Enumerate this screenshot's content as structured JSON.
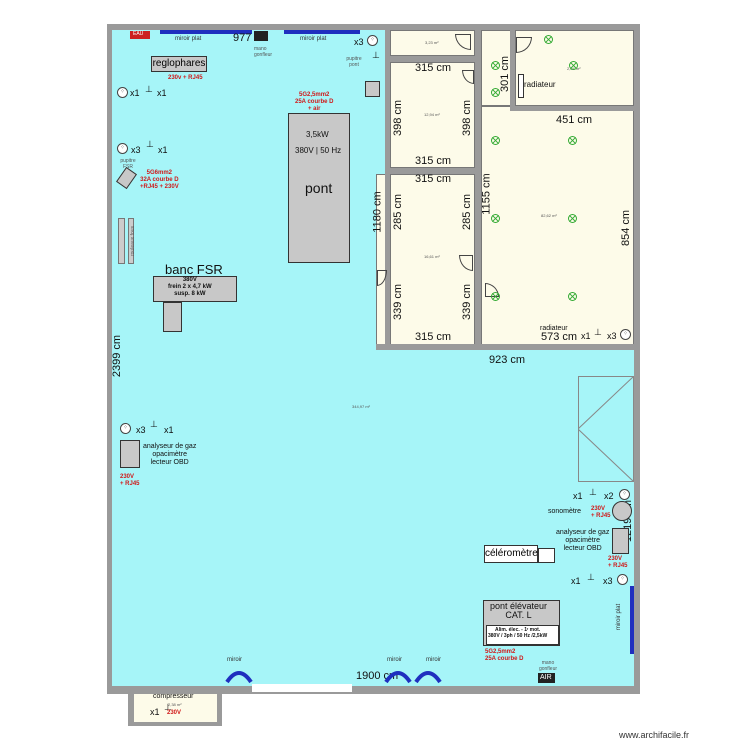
{
  "labels": {
    "eau": "EAU",
    "miroir_plat_1": "miroir plat",
    "miroir_plat_2": "miroir plat",
    "dim_977": "977",
    "mano_gonfleur_top": "mano gonfleur",
    "x3_top": "x3",
    "dim_315_a": "315 cm",
    "dim_398_a": "398 cm",
    "dim_398_b": "398 cm",
    "dim_315_b": "315 cm",
    "dim_315_c": "315 cm",
    "dim_1180": "1180 cm",
    "dim_285_a": "285 cm",
    "dim_285_b": "285 cm",
    "dim_1155": "1155 cm",
    "dim_339_a": "339 cm",
    "dim_339_b": "339 cm",
    "dim_315_d": "315 cm",
    "dim_301": "301 cm",
    "dim_451": "451 cm",
    "dim_854": "854 cm",
    "dim_573": "573 cm",
    "dim_923": "923 cm",
    "dim_2399": "2399 cm",
    "dim_1900": "1900 cm",
    "dim_1219": "1219 cm",
    "reglophares": "reglophares",
    "reglophares_power": "230v + RJ45",
    "x1_a": "x1",
    "x1_b": "x1",
    "pupitre_pont": "pupitre pont",
    "cable_pont": "5G2,5mm2\n25A courbe D\n+ air",
    "pont_kw": "3,5kW",
    "pont_volt": "380V | 50 Hz",
    "pont_name": "pont",
    "x3_b": "x3",
    "x1_c": "x1",
    "pupitre_fsr": "pupitre FSR",
    "cable_fsr": "5G6mm2\n32A courbe D\n+RJ45 + 230V",
    "rouleaux": "rouleaux fous",
    "banc_fsr": "banc FSR",
    "banc_spec": "380V\nfrein 2 x 4,7 kW\nsusp. 8 kW",
    "area_main": "344,97 m²",
    "area_r1": "3,23 m²",
    "area_r2": "12,94 m²",
    "area_r3": "16,61 m²",
    "area_r4": "82,62 m²",
    "area_r5": "2,84 m²",
    "area_comp": "2,38 m²",
    "radiateur_1": "radiateur",
    "radiateur_2": "radiateur",
    "x1_d": "x1",
    "x3_d": "x3",
    "x3_e": "x3",
    "x1_e": "x1",
    "analyseur_1": "analyseur de gaz\nopacimètre\nlecteur OBD",
    "power_ana1": "230V\n+ RJ45",
    "x1_f": "x1",
    "x2_f": "x2",
    "sonometre": "sonomètre",
    "power_sono": "230V\n+ RJ45",
    "analyseur_2": "analyseur de gaz\nopacimètre\nlecteur OBD",
    "power_ana2": "230V\n+ RJ45",
    "celerometre": "céléromètre",
    "x1_g": "x1",
    "x3_g": "x3",
    "pont_elev": "pont élévateur\nCAT. L",
    "pont_elev_spec": "Alim. élec. - 1ʳ mot.\n380V / 3ph / 50 Hz /2,5kW",
    "cable_elev": "5G2,5mm2\n25A courbe D",
    "miroir_plat_r": "miroir plat",
    "miroir_1": "miroir",
    "miroir_2": "miroir",
    "miroir_3": "miroir",
    "mano_gonfleur_bottom": "mano gonfleur",
    "air": "AIR",
    "compresseur": "compresseur",
    "x1_comp": "x1",
    "power_comp": "230V",
    "watermark": "www.archifacile.fr"
  },
  "colors": {
    "floor": "#a6f5f8",
    "room": "#fdfbe9",
    "wall": "#9a9a9a",
    "mirror": "#1f2fbf",
    "power_text": "#d01818",
    "lamp": "#33aa33"
  }
}
